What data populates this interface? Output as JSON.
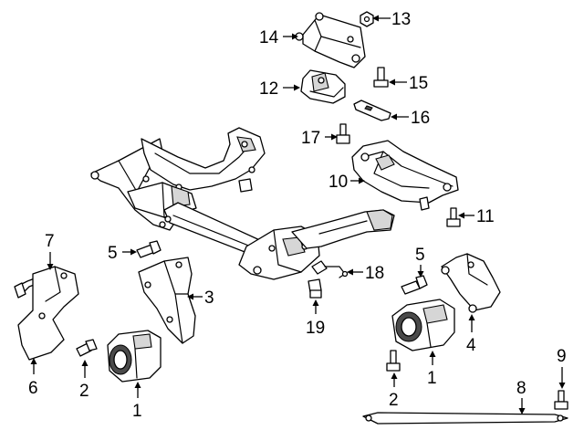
{
  "callouts": [
    {
      "id": "c1a",
      "text": "1"
    },
    {
      "id": "c1b",
      "text": "1"
    },
    {
      "id": "c2a",
      "text": "2"
    },
    {
      "id": "c2b",
      "text": "2"
    },
    {
      "id": "c3",
      "text": "3"
    },
    {
      "id": "c4",
      "text": "4"
    },
    {
      "id": "c5a",
      "text": "5"
    },
    {
      "id": "c5b",
      "text": "5"
    },
    {
      "id": "c6",
      "text": "6"
    },
    {
      "id": "c7",
      "text": "7"
    },
    {
      "id": "c8",
      "text": "8"
    },
    {
      "id": "c9",
      "text": "9"
    },
    {
      "id": "c10",
      "text": "10"
    },
    {
      "id": "c11",
      "text": "11"
    },
    {
      "id": "c12",
      "text": "12"
    },
    {
      "id": "c13",
      "text": "13"
    },
    {
      "id": "c14",
      "text": "14"
    },
    {
      "id": "c15",
      "text": "15"
    },
    {
      "id": "c16",
      "text": "16"
    },
    {
      "id": "c17",
      "text": "17"
    },
    {
      "id": "c18",
      "text": "18"
    },
    {
      "id": "c19",
      "text": "19"
    }
  ]
}
